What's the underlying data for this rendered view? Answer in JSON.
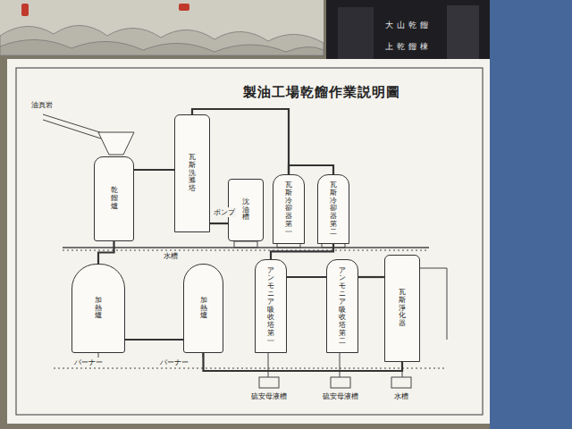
{
  "diagram": {
    "title": "製油工場乾餾作業説明圖",
    "nodes": [
      {
        "text": [
          "乾餾爐"
        ]
      },
      {
        "text": [
          "瓦斯洗滌塔"
        ]
      },
      {
        "text": [
          "沈油槽"
        ]
      },
      {
        "text": [
          "瓦斯冷卻器第一"
        ]
      },
      {
        "text": [
          "瓦斯冷卻器第二"
        ]
      },
      {
        "text": [
          "加熱爐"
        ]
      },
      {
        "text": [
          "加熱爐"
        ]
      },
      {
        "text": [
          "アンモニア吸收塔第一"
        ]
      },
      {
        "text": [
          "アンモニア吸收塔第二"
        ]
      },
      {
        "text": [
          "瓦斯淨化器"
        ]
      }
    ],
    "edges": [
      {
        "from": 0,
        "to": 1,
        "arrow": "none"
      },
      {
        "from": 1,
        "to": 2,
        "arrow": "none"
      },
      {
        "from": 1,
        "to": 3,
        "arrow": "none"
      },
      {
        "from": 3,
        "to": 4,
        "arrow": "none"
      },
      {
        "from": 4,
        "to": 7,
        "arrow": "none"
      },
      {
        "from": 7,
        "to": 8,
        "arrow": "none"
      },
      {
        "from": 8,
        "to": 9,
        "arrow": "none"
      },
      {
        "from": 9,
        "to": 6,
        "arrow": "none"
      },
      {
        "from": 6,
        "to": 5,
        "arrow": "none"
      },
      {
        "from": 5,
        "to": 0,
        "arrow": "none"
      }
    ],
    "labels": [
      "油頁岩",
      "水槽",
      "ポンプ",
      "バーナー",
      "バーナー",
      "硫安母液槽",
      "硫安母液槽",
      "水槽",
      "大山乾餾",
      "上乾餾棟"
    ]
  }
}
